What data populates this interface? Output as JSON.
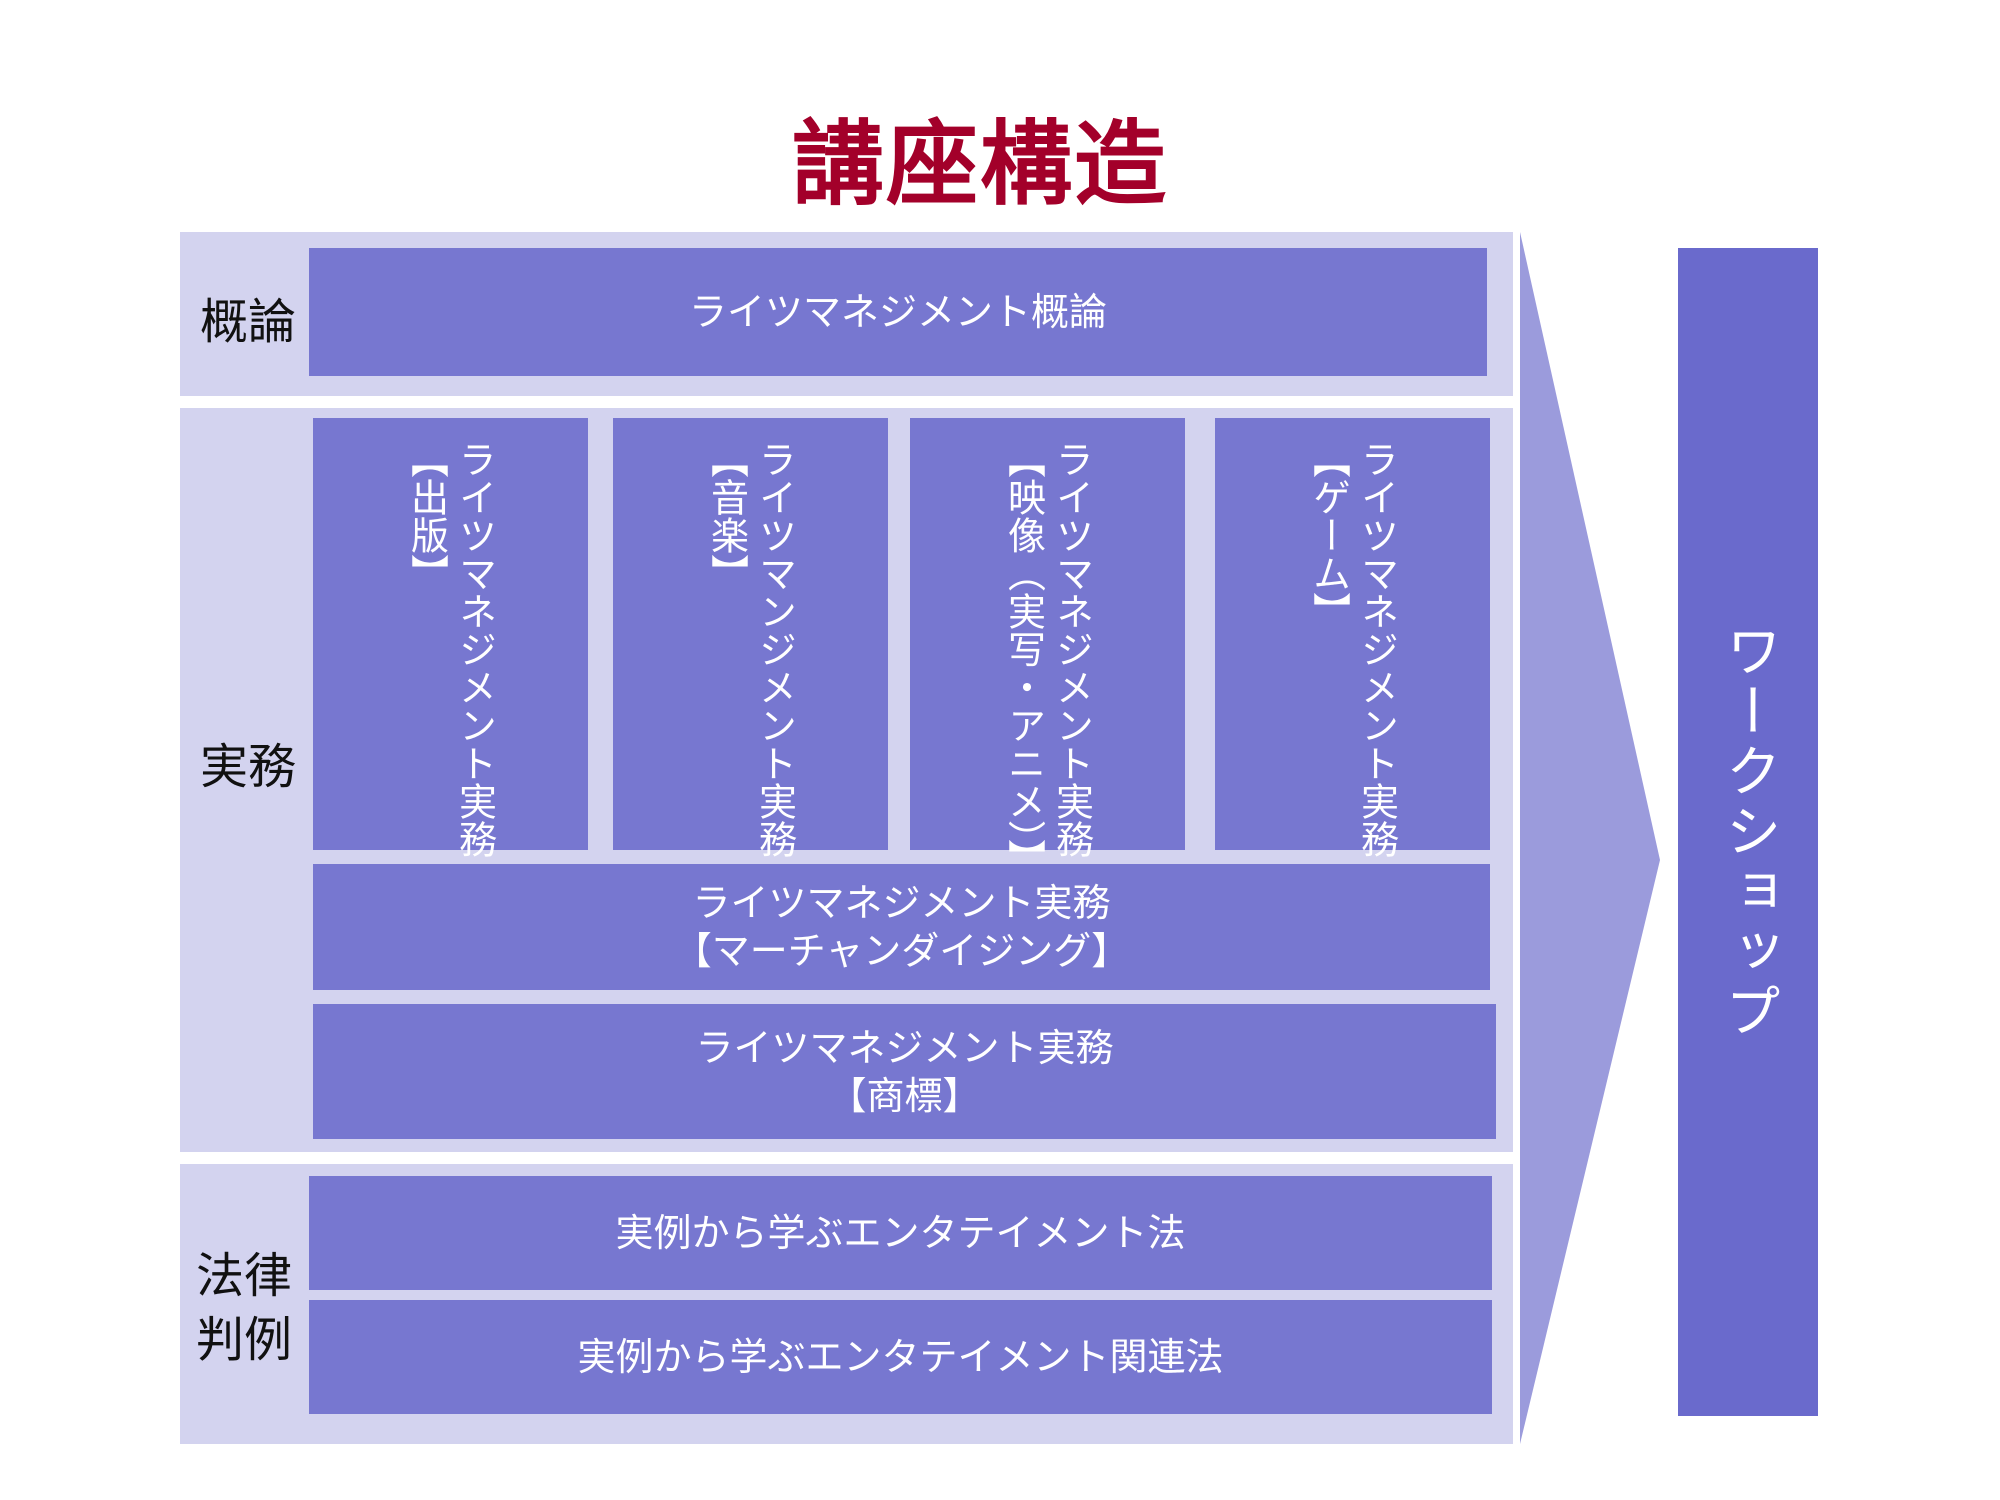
{
  "title": "講座構造",
  "colors": {
    "title": "#a3002a",
    "band": "#d3d3ef",
    "box": "#7777d0",
    "arrow": "#9b9bdc",
    "workshop": "#6a6acc",
    "box_text": "#ffffff"
  },
  "sections": {
    "gairon": {
      "label": "概論",
      "box": "ライツマネジメント概論"
    },
    "jitsumu": {
      "label": "実務",
      "columns": [
        {
          "line1": "ライツマネジメント実務",
          "line2": "【出版】"
        },
        {
          "line1": "ライツマンジメント実務",
          "line2": "【音楽】"
        },
        {
          "line1": "ライツマネジメント実務",
          "line2": "【映像（実写・アニメ）】"
        },
        {
          "line1": "ライツマネジメント実務",
          "line2": "【ゲーム】"
        }
      ],
      "merchandising": {
        "line1": "ライツマネジメント実務",
        "line2": "【マーチャンダイジング】"
      },
      "trademark": {
        "line1": "ライツマネジメント実務",
        "line2": "【商標】"
      }
    },
    "houritsu": {
      "label_line1": "法律",
      "label_line2": "判例",
      "box1": "実例から学ぶエンタテイメント法",
      "box2": "実例から学ぶエンタテイメント関連法"
    }
  },
  "workshop": "ワークショップ"
}
